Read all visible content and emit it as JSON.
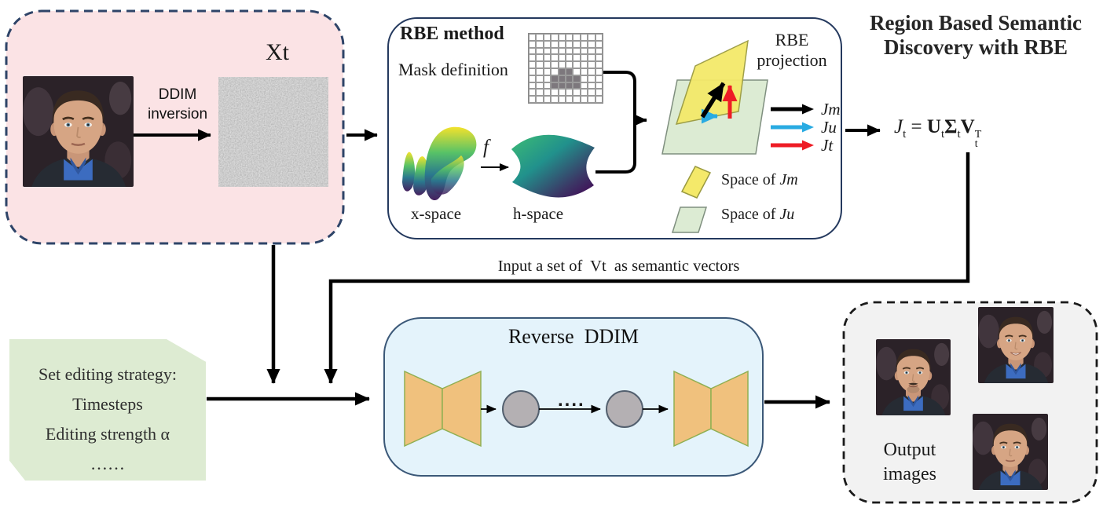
{
  "page_title": {
    "line1": "Region Based Semantic",
    "line2": "Discovery with RBE"
  },
  "inversion_panel": {
    "xt_label": "Xt",
    "ddim_line1": "DDIM",
    "ddim_line2": "inversion"
  },
  "rbe_panel": {
    "title": "RBE method",
    "mask_label": "Mask definition",
    "x_space_label": "x-space",
    "h_space_label": "h-space",
    "map_function": "f",
    "projection_line1": "RBE",
    "projection_line2": "projection",
    "legend": [
      {
        "name": "Jm",
        "color": "#000000"
      },
      {
        "name": "Ju",
        "color": "#29abe2"
      },
      {
        "name": "Jt",
        "color": "#ee1c25"
      }
    ],
    "space_legend": [
      {
        "prefix": "Space of ",
        "name": "Jm",
        "color": "#f4e96a"
      },
      {
        "prefix": "Space of ",
        "name": "Ju",
        "color": "#dcebd3"
      }
    ]
  },
  "mask_grid": {
    "rows": 10,
    "cols": 10,
    "filled": [
      "5,4",
      "5,5",
      "6,3",
      "6,4",
      "6,5",
      "6,6",
      "7,3",
      "7,4",
      "7,5",
      "7,6"
    ],
    "fill_color": "#7d787d"
  },
  "formula": {
    "j": "J",
    "sub_t": "t",
    "equals": " = ",
    "u": "U",
    "sigma": "Σ",
    "v": "V",
    "sup_T": "T"
  },
  "semantic_input_label": "Input a set of  Vt  as semantic vectors",
  "strategy_box": {
    "lines": [
      "Set editing strategy:",
      "Timesteps",
      "Editing strength α",
      "……"
    ]
  },
  "reverse_ddim": {
    "title": "Reverse  DDIM",
    "dots": "...."
  },
  "output_box": {
    "label_line1": "Output",
    "label_line2": "images"
  }
}
